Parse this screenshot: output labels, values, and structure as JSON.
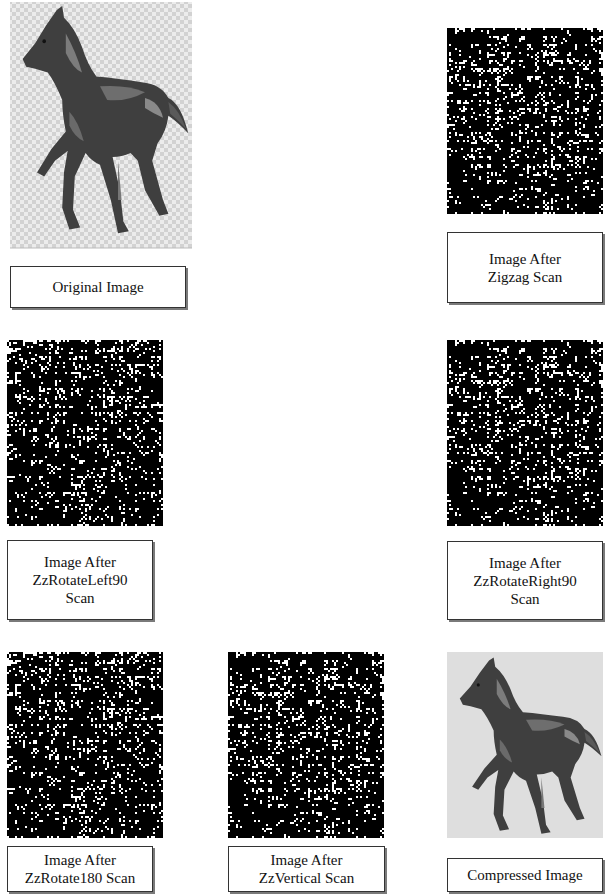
{
  "diagram": {
    "nodes": [
      {
        "text": [
          "Original Image"
        ]
      },
      {
        "text": [
          "Image After Zigzag Scan"
        ]
      },
      {
        "text": [
          "Image After ZzRotateLeft90 Scan"
        ]
      },
      {
        "text": [
          "Image After ZzRotateRight90 Scan"
        ]
      },
      {
        "text": [
          "Image After ZzRotate180 Scan"
        ]
      },
      {
        "text": [
          "Image After ZzVertical Scan"
        ]
      },
      {
        "text": [
          "Compressed Image"
        ]
      }
    ]
  }
}
